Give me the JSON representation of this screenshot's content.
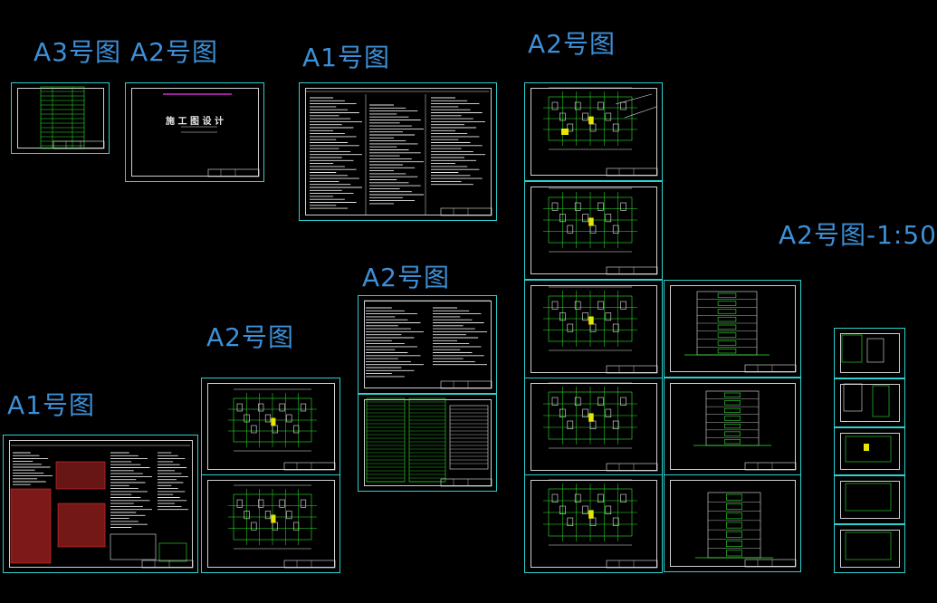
{
  "labels": {
    "a3": "A3号图",
    "a2_top": "A2号图",
    "a1_top": "A1号图",
    "a2_right": "A2号图",
    "a2_scale": "A2号图-1:50",
    "a2_mid": "A2号图",
    "a2_left": "A2号图",
    "a1_bottom": "A1号图"
  },
  "cover": {
    "title": "施 工 图 设 计"
  },
  "colors": {
    "label": "#3d8fd6",
    "frame": "#2fd0d0",
    "inner": "#cfcfcf",
    "line_green": "#2ee62e",
    "line_white": "#e6e6e6",
    "highlight_yellow": "#e6e600",
    "highlight_red": "#e62e2e",
    "highlight_magenta": "#d02ed0"
  }
}
